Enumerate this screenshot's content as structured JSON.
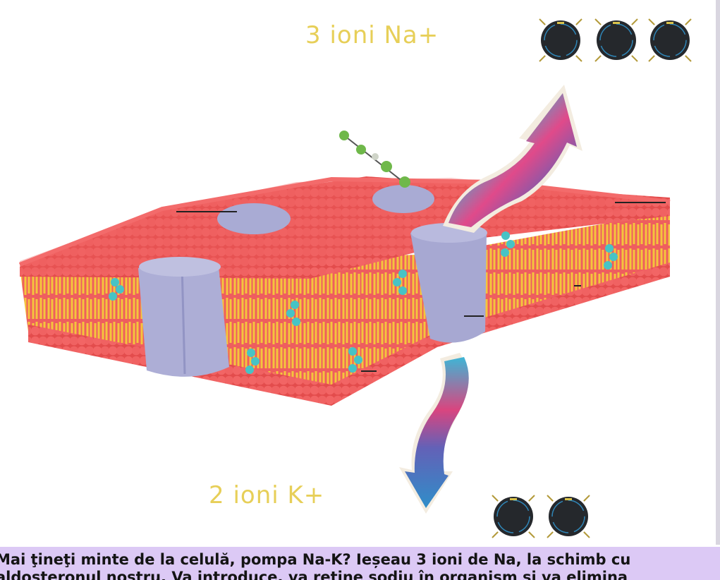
{
  "labels": {
    "na": "3 ioni Na+",
    "k": "2 ioni K+"
  },
  "caption": {
    "line1": "Mai ţineţi minte de la celulă, pompa Na-K? Ieșeau 3 ioni de Na, la schimb cu",
    "line2": "aldosteronul nostru. Va introduce, va retine sodiu în organism și va elimina"
  },
  "ions": {
    "na_count": 3,
    "k_count": 2
  },
  "colors": {
    "label": "#e7cf58",
    "head": "#ef5a5a",
    "tail": "#f2c43a",
    "protein": "#a9abd4",
    "cholesterol": "#46c2c4",
    "ion": "#25282c",
    "ion_ring": "#2f86b8",
    "caption_bg": "#dcc9f5"
  }
}
